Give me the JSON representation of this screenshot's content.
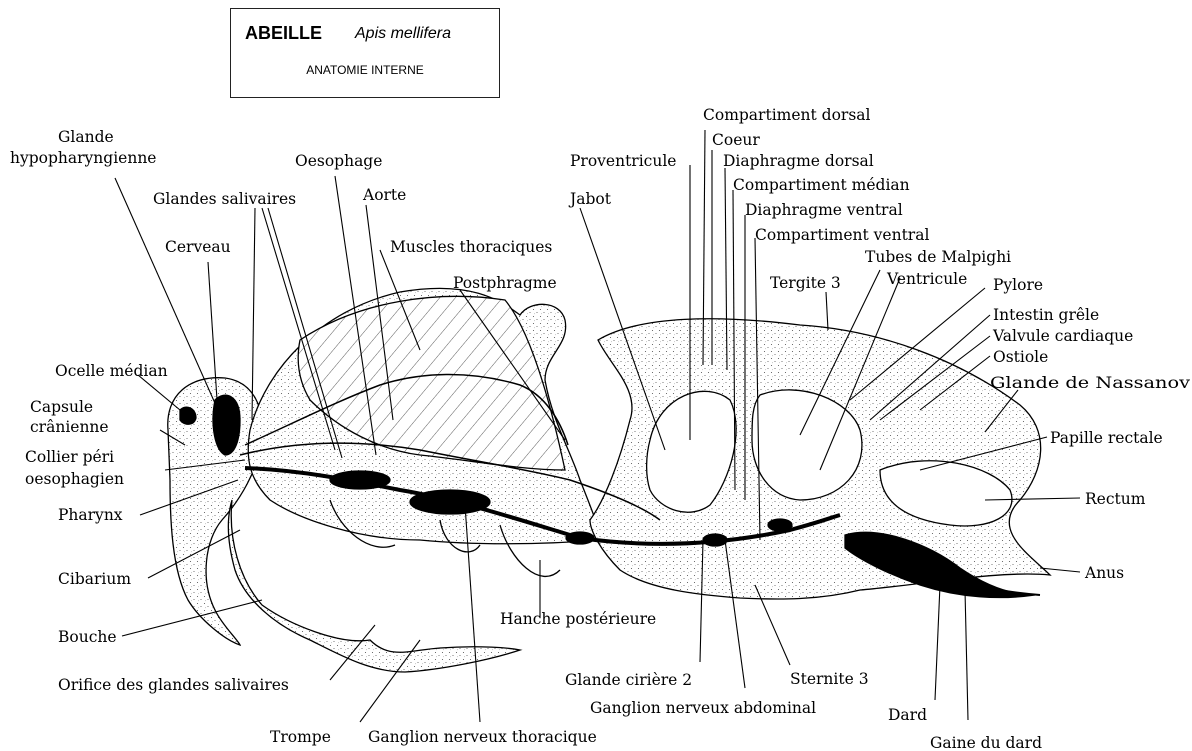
{
  "title": {
    "main": "ABEILLE",
    "latin": "Apis mellifera",
    "subtitle": "ANATOMIE INTERNE"
  },
  "labels": {
    "glande_hypo_1": "Glande",
    "glande_hypo_2": "hypopharyngienne",
    "oesophage": "Oesophage",
    "glandes_salivaires": "Glandes salivaires",
    "aorte": "Aorte",
    "cerveau": "Cerveau",
    "muscles_thoraciques": "Muscles thoraciques",
    "postphragme": "Postphragme",
    "proventricule": "Proventricule",
    "jabot": "Jabot",
    "compartiment_dorsal": "Compartiment dorsal",
    "coeur": "Coeur",
    "diaphragme_dorsal": "Diaphragme dorsal",
    "compartiment_median": "Compartiment médian",
    "diaphragme_ventral": "Diaphragme ventral",
    "compartiment_ventral": "Compartiment ventral",
    "tubes_malpighi": "Tubes de Malpighi",
    "tergite_3": "Tergite 3",
    "ventricule": "Ventricule",
    "pylore": "Pylore",
    "intestin_grele": "Intestin grêle",
    "valvule_cardiaque": "Valvule cardiaque",
    "ostiole": "Ostiole",
    "glande_nassanov": "Glande de Nassanov",
    "papille_rectale": "Papille rectale",
    "rectum": "Rectum",
    "anus": "Anus",
    "ocelle_median": "Ocelle médian",
    "capsule_1": "Capsule",
    "capsule_2": "crânienne",
    "collier_1": "Collier péri",
    "collier_2": "oesophagien",
    "pharynx": "Pharynx",
    "cibarium": "Cibarium",
    "bouche": "Bouche",
    "orifice": "Orifice des glandes salivaires",
    "trompe": "Trompe",
    "ganglion_thoracique": "Ganglion nerveux thoracique",
    "hanche": "Hanche postérieure",
    "glande_ciriere": "Glande cirière 2",
    "ganglion_abdominal": "Ganglion nerveux abdominal",
    "sternite_3": "Sternite 3",
    "dard": "Dard",
    "gaine_dard": "Gaine du dard"
  },
  "colors": {
    "ink": "#000000",
    "paper": "#ffffff",
    "stipple": "#4a4a4a"
  }
}
